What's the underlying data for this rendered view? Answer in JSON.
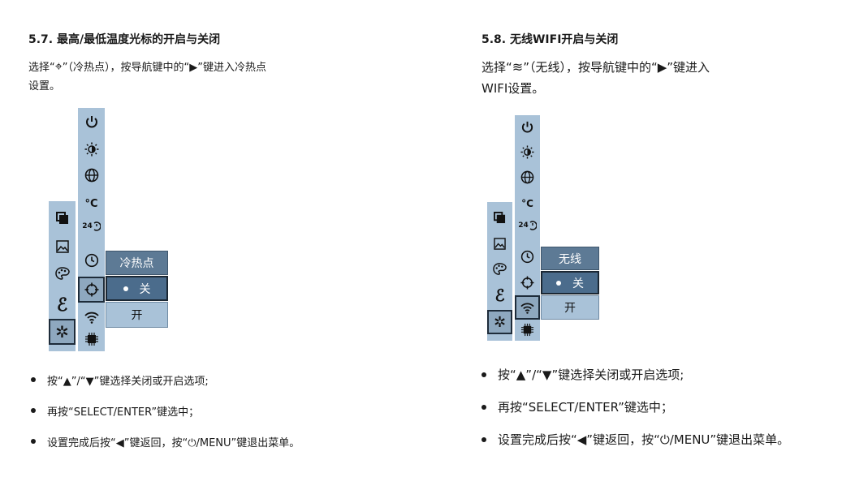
{
  "left": {
    "title": "5.7. 最高/最低温度光标的开启与关闭",
    "desc": {
      "pre": "选择“",
      "mid": "”（冷热点），按导航键中的“",
      "arrow": "▶",
      "post": "”键进入冷热点",
      "line2": "设置。"
    },
    "menu": {
      "title": "冷热点",
      "selected": "关",
      "other": "开"
    },
    "bullets": [
      "按“▲”/“▼”键选择关闭或开启选项;",
      "再按“SELECT/ENTER”键选中；",
      "设置完成后按“◀”键返回，按“⏻/MENU”键退出菜单。"
    ]
  },
  "right": {
    "title": "5.8. 无线WIFI开启与关闭",
    "desc": {
      "pre": "选择“",
      "mid": "”（无线），按导航键中的“",
      "arrow": "▶",
      "post": "”键进入",
      "line2": "WIFI设置。"
    },
    "menu": {
      "title": "无线",
      "selected": "关",
      "other": "开"
    },
    "bullets": [
      "按“▲”/“▼”键选择关闭或开启选项;",
      "再按“SELECT/ENTER”键选中；",
      "设置完成后按“◀”键返回，按“⏻/MENU”键退出菜单。"
    ]
  },
  "menu_labels": {
    "celsius": "°C",
    "auto_off": "24"
  },
  "colors": {
    "strip": "#a9c2d8",
    "popup_title": "#5d7a95",
    "popup_selected": "#4b6c8c"
  }
}
